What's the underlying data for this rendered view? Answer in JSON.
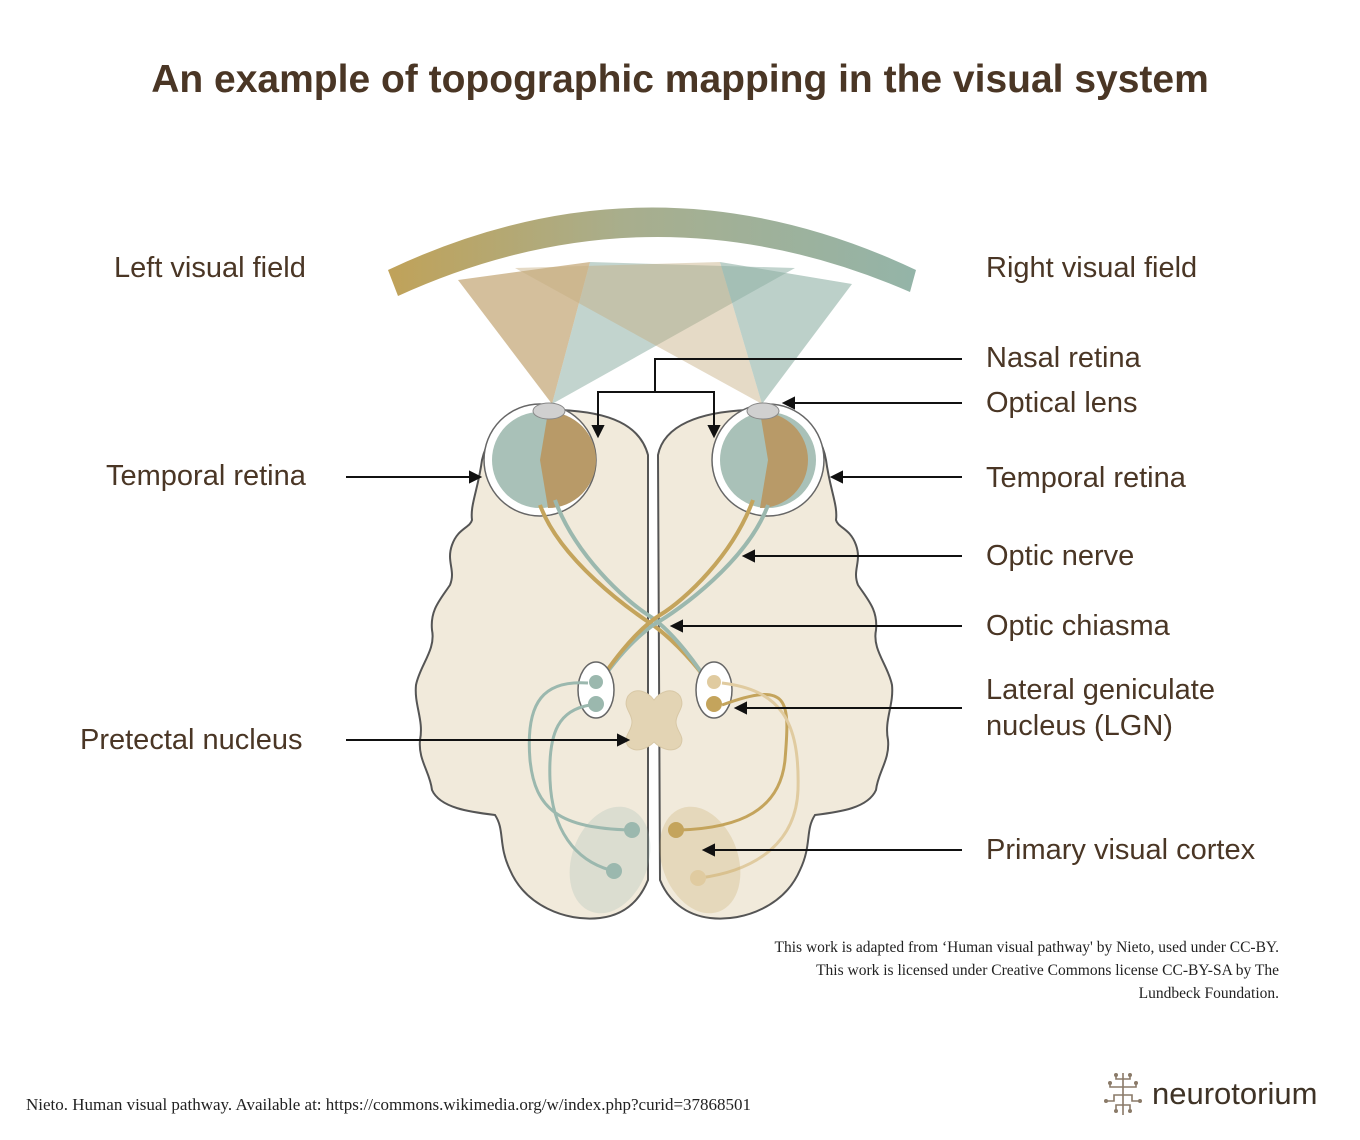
{
  "title": "An example of topographic mapping in the visual system",
  "labels": {
    "left_visual_field": "Left visual field",
    "right_visual_field": "Right visual field",
    "nasal_retina": "Nasal retina",
    "optical_lens": "Optical lens",
    "temporal_retina_left": "Temporal retina",
    "temporal_retina_right": "Temporal retina",
    "optic_nerve": "Optic nerve",
    "optic_chiasma": "Optic chiasma",
    "lgn_line1": "Lateral geniculate",
    "lgn_line2": "nucleus (LGN)",
    "pretectal_nucleus": "Pretectal nucleus",
    "primary_visual_cortex": "Primary visual cortex"
  },
  "credit": {
    "line1": "This work is adapted from ‘Human visual pathway' by Nieto, used under CC-BY.",
    "line2": "This work is licensed under Creative Commons license CC-BY-SA by The",
    "line3": "Lundbeck Foundation."
  },
  "source": "Nieto. Human visual pathway. Available at: https://commons.wikimedia.org/w/index.php?curid=37868501",
  "brand": "neurotorium",
  "colors": {
    "text": "#4a3625",
    "gold": "#c4a45c",
    "teal": "#9bb8ae",
    "brain_fill": "#f1eadb",
    "brain_outline": "#555555"
  }
}
